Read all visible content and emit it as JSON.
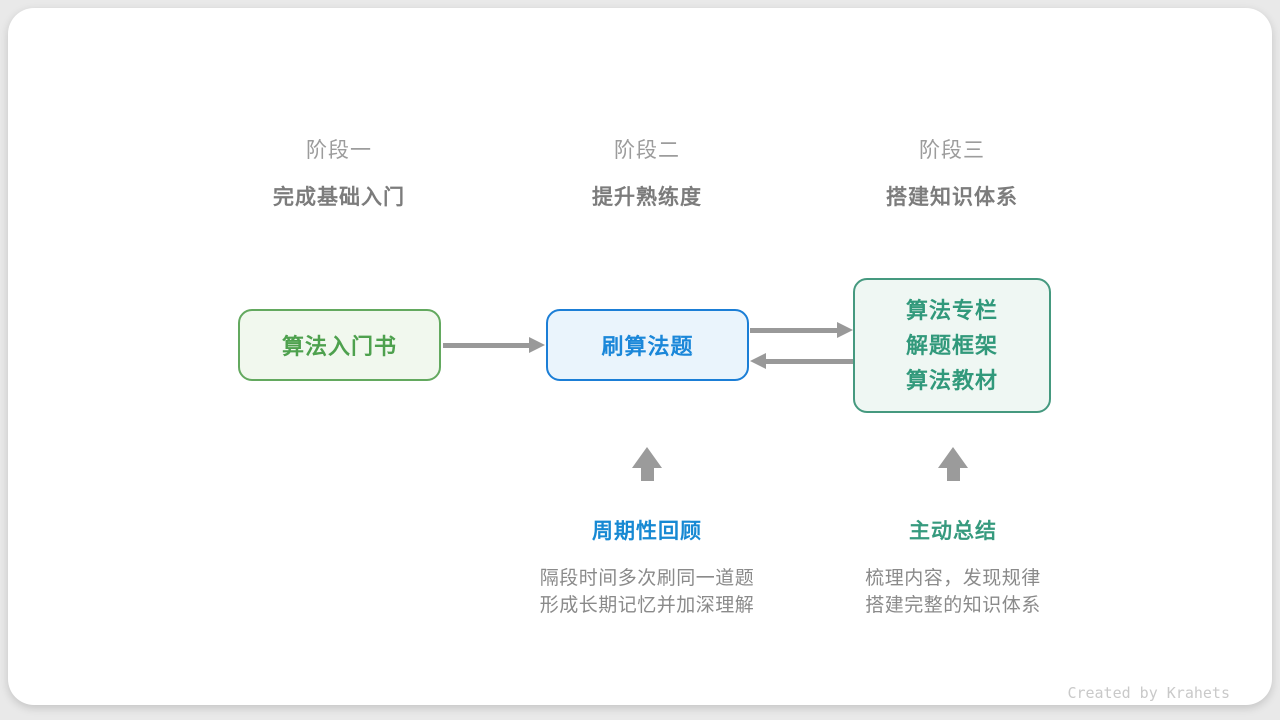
{
  "stages": [
    {
      "label": "阶段一",
      "title": "完成基础入门"
    },
    {
      "label": "阶段二",
      "title": "提升熟练度"
    },
    {
      "label": "阶段三",
      "title": "搭建知识体系"
    }
  ],
  "boxes": {
    "intro_book": {
      "text": "算法入门书"
    },
    "practice": {
      "text": "刷算法题"
    },
    "knowledge": {
      "lines": [
        "算法专栏",
        "解题框架",
        "算法教材"
      ]
    }
  },
  "annotations": [
    {
      "title": "周期性回顾",
      "lines": [
        "隔段时间多次刷同一道题",
        "形成长期记忆并加深理解"
      ]
    },
    {
      "title": "主动总结",
      "lines": [
        "梳理内容，发现规律",
        "搭建完整的知识体系"
      ]
    }
  ],
  "footer": {
    "credit": "Created by Krahets"
  },
  "colors": {
    "stage_label": "#9c9c9c",
    "stage_title": "#7c7c7c",
    "green_border": "#63a95f",
    "green_text": "#4ea14e",
    "green_fill": "#f1f8ee",
    "blue_border": "#1b7ed6",
    "blue_text": "#1b87d9",
    "blue_fill": "#eaf4fc",
    "teal_border": "#45997f",
    "teal_text": "#31997b",
    "teal_fill": "#eff7f3",
    "arrow_gray": "#999999",
    "annotation_blue": "#1789d3",
    "annotation_teal": "#369a7e",
    "description_gray": "#8a8a8a",
    "credit_gray": "#c9c9c9",
    "page_background": "#e9e9e9",
    "card_background": "#ffffff"
  }
}
